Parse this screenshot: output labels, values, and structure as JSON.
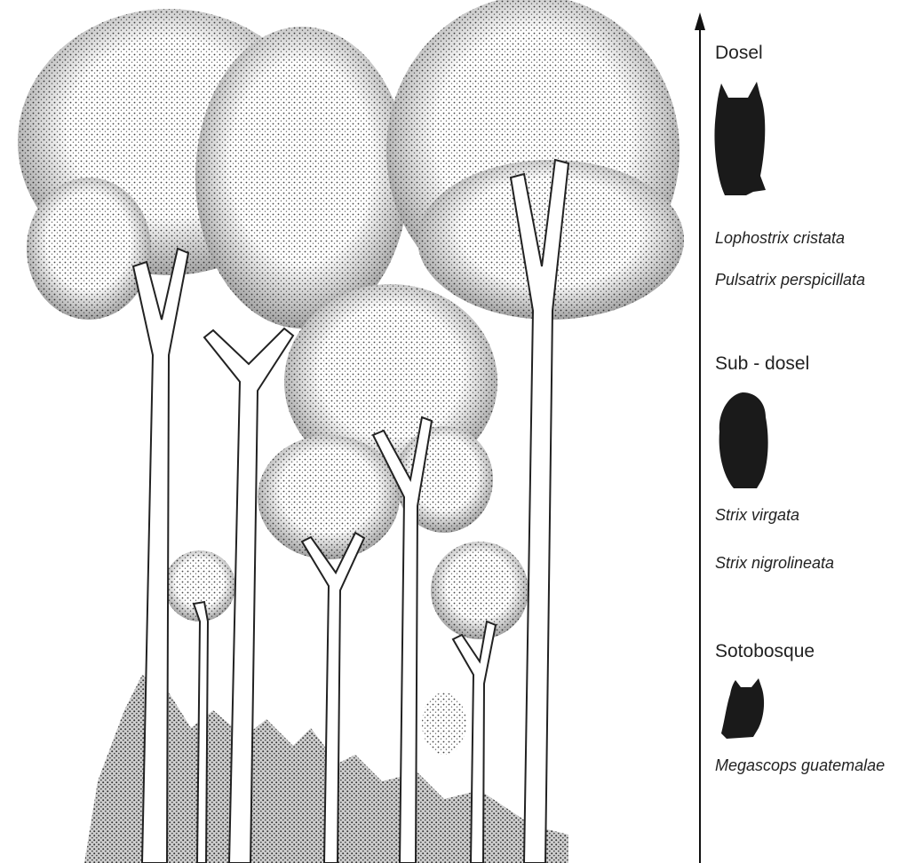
{
  "layers": [
    {
      "label": "Dosel",
      "species": [
        "Lophostrix cristata",
        "Pulsatrix perspicillata"
      ]
    },
    {
      "label": "Sub - dosel",
      "species": [
        "Strix virgata",
        "Strix nigrolineata"
      ]
    },
    {
      "label": "Sotobosque",
      "species": [
        "Megascops guatemalae"
      ]
    }
  ],
  "colors": {
    "ink": "#1a1a1a",
    "foliage": "#5a5a5a",
    "background": "#ffffff"
  },
  "icons": [
    "owl-silhouette-icon",
    "axis-arrow-icon"
  ]
}
